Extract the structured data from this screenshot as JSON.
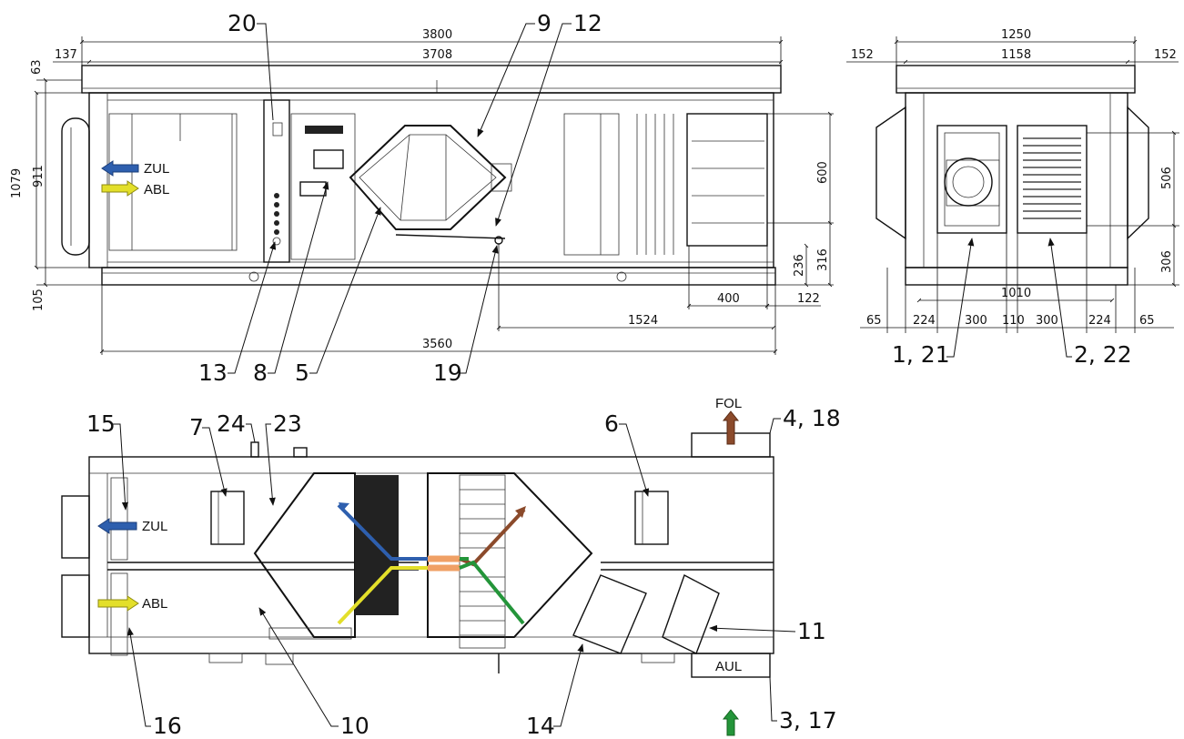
{
  "colors": {
    "zul": "#2e5fae",
    "abl": "#e3df2a",
    "fol": "#8b4a2b",
    "aul": "#24953a",
    "orange": "#f0a065"
  },
  "flows": {
    "zul": "ZUL",
    "abl": "ABL",
    "fol": "FOL",
    "aul": "AUL"
  },
  "dimensions_side": {
    "d3800": "3800",
    "d3708": "3708",
    "d137": "137",
    "d63": "63",
    "d1079": "1079",
    "d911": "911",
    "d105": "105",
    "d600": "600",
    "d316": "316",
    "d236": "236",
    "d400": "400",
    "d122": "122",
    "d1524": "1524",
    "d3560": "3560"
  },
  "dimensions_front": {
    "d1250": "1250",
    "d1158": "1158",
    "d152_left": "152",
    "d152_right": "152",
    "d506": "506",
    "d306": "306",
    "d1010": "1010",
    "d65_left": "65",
    "d224_left": "224",
    "d300_left": "300",
    "d110": "110",
    "d300_right": "300",
    "d224_right": "224",
    "d65_right": "65"
  },
  "callouts": {
    "c20": "20",
    "c9": "9",
    "c12": "12",
    "c13": "13",
    "c8": "8",
    "c5": "5",
    "c19": "19",
    "c1_21": "1, 21",
    "c2_22": "2, 22",
    "c15": "15",
    "c7": "7",
    "c24": "24",
    "c23": "23",
    "c6": "6",
    "c4_18": "4, 18",
    "c11": "11",
    "c3_17": "3, 17",
    "c16": "16",
    "c10": "10",
    "c14": "14"
  }
}
